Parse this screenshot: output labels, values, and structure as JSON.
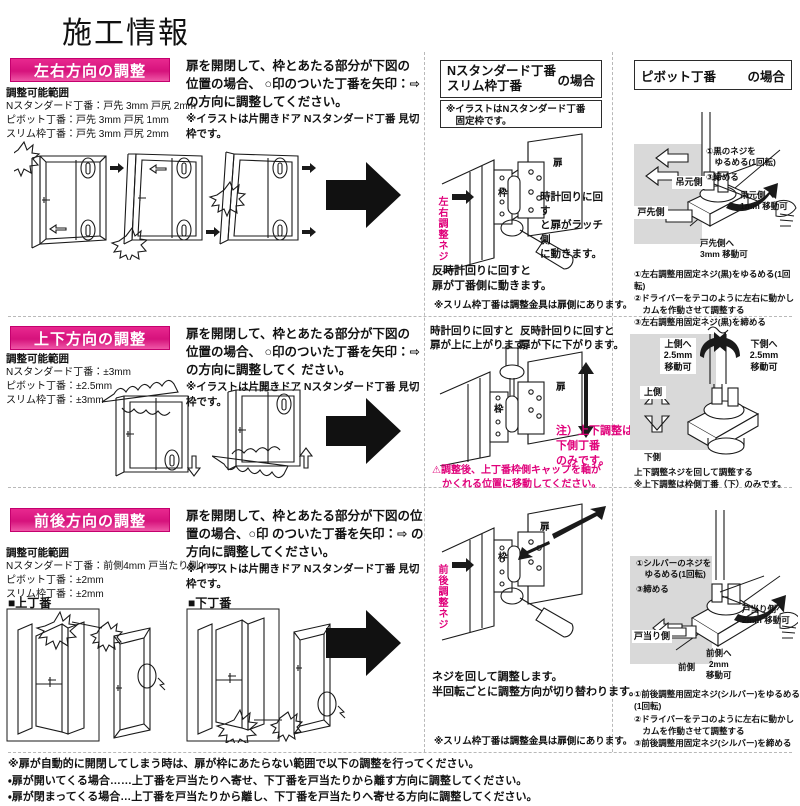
{
  "title": "施工情報",
  "sections": [
    {
      "id": "lr",
      "header": "左右方向の調整",
      "lead_line1": "扉を開閉して、枠とあたる部分が下図の位置の場合、",
      "lead_line2": "○印のついた丁番を矢印：⇨ の方向に調整してください。",
      "lead_note": "※イラストは片開きドア Nスタンダード丁番 見切枠です。",
      "range_title": "調整可能範囲",
      "ranges": [
        "Nスタンダード丁番：戸先 3mm 戸尻 2mm",
        "ピボット丁番：戸先 3mm 戸尻 1mm",
        "スリム枠丁番：戸先 3mm 戸尻 2mm"
      ]
    },
    {
      "id": "ud",
      "header": "上下方向の調整",
      "lead_line1": "扉を開閉して、枠とあたる部分が下図の位置の場合、",
      "lead_line2": "○印のついた丁番を矢印：⇨ の方向に調整してく",
      "lead_line3": "ださい。",
      "lead_note": "※イラストは片開きドア Nスタンダード丁番 見切枠です。",
      "range_title": "調整可能範囲",
      "ranges": [
        "Nスタンダード丁番：±3mm",
        "ピボット丁番：±2.5mm",
        "スリム枠丁番：±3mm"
      ]
    },
    {
      "id": "fb",
      "header": "前後方向の調整",
      "lead_line1": "扉を開閉して、枠とあたる部分が下図の位置の場合、○印",
      "lead_line2": "のついた丁番を矢印：⇨ の方向に調整してください。",
      "lead_note": "※イラストは片開きドア Nスタンダード丁番 見切枠です。",
      "range_title": "調整可能範囲",
      "ranges": [
        "Nスタンダード丁番：前側4mm 戸当たり側0mm",
        "ピボット丁番：±2mm",
        "スリム枠丁番：±2mm"
      ],
      "sub_upper": "■上丁番",
      "sub_lower": "■下丁番"
    }
  ],
  "col2": {
    "head_line1": "Nスタンダード丁番",
    "head_line2": "スリム枠丁番",
    "head_right": "の場合",
    "note_line1": "※イラストはNスタンダード丁番",
    "note_line2": "　固定枠です。",
    "lr": {
      "screw_label": "左右調整ネジ",
      "cw_line1": "時計回りに回す",
      "cw_line2": "と扉がラッチ側",
      "cw_line3": "に動きます。",
      "ccw_line1": "反時計回りに回すと",
      "ccw_line2": "扉が丁番側に動きます。",
      "footnote": "※スリム枠丁番は調整金具は扉側にあります。",
      "label_frame": "枠",
      "label_door": "扉"
    },
    "ud": {
      "cw_line1": "時計回りに回すと",
      "cw_line2": "扉が上に上がります。",
      "ccw_line1": "反時計回りに回すと",
      "ccw_line2": "扉が下に下がります。",
      "caution_line1": "注）上下調整は",
      "caution_line2": "下側丁番",
      "caution_line3": "のみです。",
      "warn_line1": "⚠調整後、上丁番枠側キャップを軸が",
      "warn_line2": "　かくれる位置に移動してください。",
      "label_frame": "枠",
      "label_door": "扉"
    },
    "fb": {
      "screw_label": "前後調整ネジ",
      "desc_line1": "ネジを回して調整します。",
      "desc_line2": "半回転ごとに調整方向が切り替わります。",
      "footnote": "※スリム枠丁番は調整金具は扉側にあります。",
      "label_frame": "枠",
      "label_door": "扉"
    }
  },
  "col3": {
    "head_left": "ピボット丁番",
    "head_right": "の場合",
    "lr": {
      "step1_line1": "①黒のネジを",
      "step1_line2": "　ゆるめる(1回転)",
      "step3": "③締める",
      "hinge_side": "吊元側",
      "latch_side": "戸先側",
      "move_up_line1": "吊元側へ",
      "move_up_line2": "1mm 移動可",
      "move_dn_line1": "戸先側へ",
      "move_dn_line2": "3mm 移動可",
      "steps": [
        "①左右調整用固定ネジ(黒)をゆるめる(1回転)",
        "②ドライバーをテコのように左右に動かし",
        "　カムを作動させて調整する",
        "③左右調整用固定ネジ(黒)を締める"
      ]
    },
    "ud": {
      "up_line1": "上側へ",
      "up_line2": "2.5mm",
      "up_line3": "移動可",
      "dn_line1": "下側へ",
      "dn_line2": "2.5mm",
      "dn_line3": "移動可",
      "up_label": "上側",
      "dn_label": "下側",
      "note_line1": "上下調整ネジを回して調整する",
      "note_line2": "※上下調整は枠側丁番（下）のみです。"
    },
    "fb": {
      "step1_line1": "①シルバーのネジを",
      "step1_line2": "　ゆるめる(1回転)",
      "step3": "③締める",
      "stopper_side": "戸当り側",
      "front_side": "前側",
      "move_a_line1": "戸当り側へ",
      "move_a_line2": "2mm 移動可",
      "move_b_line1": "前側へ",
      "move_b_line2": "2mm",
      "move_b_line3": "移動可",
      "steps": [
        "①前後調整用固定ネジ(シルバー)をゆるめる(1回転)",
        "②ドライバーをテコのように左右に動かし",
        "　カムを作動させて調整する",
        "③前後調整用固定ネジ(シルバー)を締める"
      ]
    }
  },
  "footer": {
    "line1": "※扉が自動的に開閉してしまう時は、扉が枠にあたらない範囲で以下の調整を行ってください。",
    "line2": "・扉が開いてくる場合……上丁番を戸当たりへ寄せ、下丁番を戸当たりから離す方向に調整してください。",
    "line3": "・扉が閉まってくる場合…上丁番を戸当たりから離し、下丁番を戸当たりへ寄せる方向に調整してください。"
  },
  "colors": {
    "accent_magenta": "#e0007a",
    "header_gradient_dark": "#d6127c",
    "gray_block": "#d9d9d9",
    "line": "#2b2b2b"
  }
}
